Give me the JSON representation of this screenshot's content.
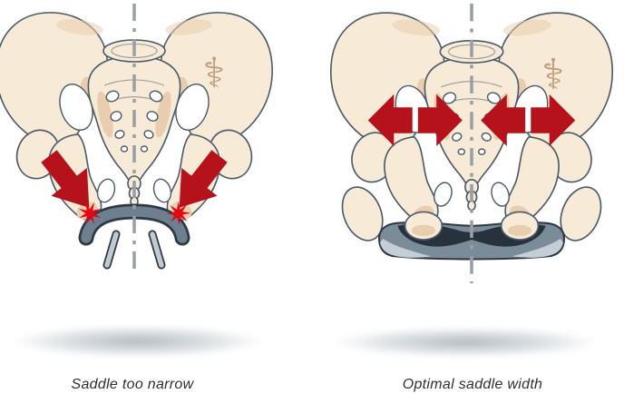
{
  "figure": {
    "panels": [
      {
        "id": "saddle-too-narrow",
        "caption": "Saddle too narrow"
      },
      {
        "id": "optimal-saddle-width",
        "caption": "Optimal saddle width"
      }
    ]
  },
  "icons": {
    "caduceus_glyph": "⚕"
  },
  "colors": {
    "bone-fill": "#F7EAD6",
    "bone-shade": "#E9CDAF",
    "bone-shade-deep": "#DDBA97",
    "bone-outline": "#4A5A6A",
    "arrow-red": "#B5121B",
    "spark-red": "#E30613",
    "axis-gray": "#9A9FA4",
    "saddle-slate": "#6E8090",
    "saddle-dark": "#2D3944",
    "saddle-top-dark": "#28323E",
    "saddle-body": "#7A8C98",
    "saddle-highlight": "#C9D2D8",
    "rail-light": "#C2CAD0",
    "caption-color": "#2F2F2F",
    "watermark-tan": "#B49070"
  }
}
